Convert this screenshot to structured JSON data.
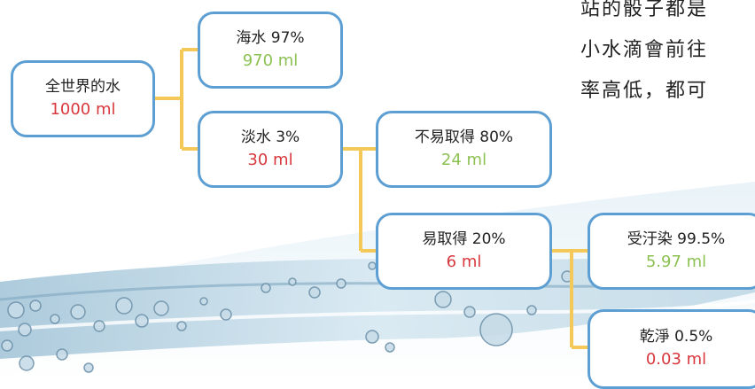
{
  "colors": {
    "box_border": "#5d9fd3",
    "connector": "#f5c85a",
    "amount_red": "#d8383d",
    "amount_green": "#8cc152"
  },
  "paragraph": {
    "lines": [
      "站的骰子都是",
      "小水滴會前往",
      "率高低，都可"
    ]
  },
  "tree": {
    "root": {
      "label": "全世界的水",
      "amount": "1000 ml"
    },
    "sea": {
      "label": "海水 97%",
      "amount": "970 ml"
    },
    "fresh": {
      "label": "淡水 3%",
      "amount": "30 ml"
    },
    "hard": {
      "label": "不易取得 80%",
      "amount": "24 ml"
    },
    "easy": {
      "label": "易取得 20%",
      "amount": "6 ml"
    },
    "polluted": {
      "label": "受汙染 99.5%",
      "amount": "5.97 ml"
    },
    "clean": {
      "label": "乾淨 0.5%",
      "amount": "0.03 ml"
    }
  }
}
